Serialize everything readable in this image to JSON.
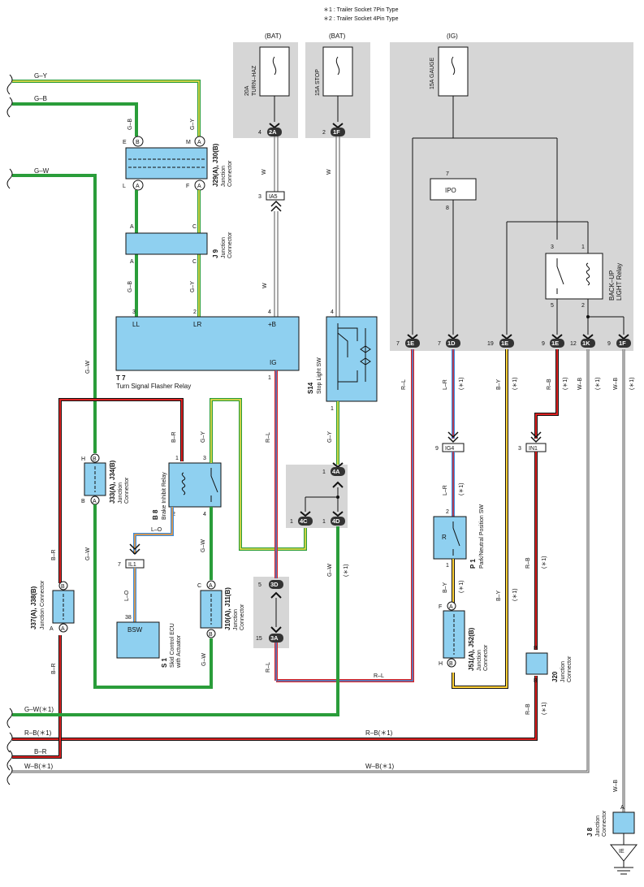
{
  "notes": [
    "＊1 : Trailer Socket 7Pin Type",
    "＊2 : Trailer Socket 4Pin Type"
  ],
  "sources": {
    "bat1": "(BAT)",
    "bat2": "(BAT)",
    "ig": "(IG)"
  },
  "fuses": {
    "turn_haz_amp": "20A",
    "turn_haz_name": "TURN–HAZ",
    "stop_name": "15A STOP",
    "gauge_name": "15A GAUGE"
  },
  "pins": {
    "p2A_num": "4",
    "p2A": "2A",
    "p1F_num": "2",
    "p1F": "1F",
    "ia5_num": "3",
    "ia5": "IA5",
    "ipo": "IPO",
    "ipo_in": "7",
    "ipo_out": "8",
    "relay_in": "3",
    "relay_in2": "1",
    "relay_out": "5",
    "relay_out2": "2",
    "c7_num": "7",
    "c7": "1E",
    "c1D_num": "7",
    "c1D": "1D",
    "c19_num": "19",
    "c19": "1E",
    "c9_num": "9",
    "c9": "1E",
    "c12_num": "12",
    "c12": "1K",
    "c9b_num": "9",
    "c9b": "1F",
    "ig4_num": "9",
    "ig4": "IG4",
    "in1_num": "3",
    "in1": "IN1",
    "p4A_num": "1",
    "p4A": "4A",
    "p4C_num": "1",
    "p4C": "4C",
    "p4D_num": "1",
    "p4D": "4D",
    "p3D_num": "5",
    "p3D": "3D",
    "p3A_num": "15",
    "p3A": "3A",
    "il1_num": "7",
    "il1": "IL1",
    "bsw": "BSW",
    "bsw_num": "38",
    "t7_ll": "LL",
    "t7_lr": "LR",
    "t7_b": "+B",
    "t7_ig": "IG",
    "t7_3": "3",
    "t7_2": "2",
    "t7_4": "4",
    "t7_1": "1",
    "s14_4": "4",
    "s14_1": "1",
    "b8_1": "1",
    "b8_3": "3",
    "b8_2": "2",
    "b8_4": "4",
    "p1_2": "2",
    "p1_1": "1",
    "p1_r": "R",
    "j29_e": "E",
    "j29_b": "B",
    "j29_m": "M",
    "j29_l": "L",
    "j29_a": "A",
    "j29_f": "F",
    "j9_a": "A",
    "j9_c": "C",
    "j9_a2": "A",
    "j9_c2": "C",
    "j33_h": "H",
    "j33_b": "B",
    "j33_b2": "B",
    "j33_a": "A",
    "j37_a": "A",
    "j37_b": "B",
    "j37_a2": "A",
    "j10_c": "C",
    "j10_a": "A",
    "j10_b": "B",
    "j51_f": "F",
    "j51_a": "A",
    "j51_h": "H",
    "j51_b": "B",
    "j20_b": "B",
    "j20_b2": "B",
    "j8_a": "A",
    "ie": "IE"
  },
  "components": {
    "j29": "J29(A), J30(B)",
    "j29_sub1": "Junction",
    "j29_sub2": "Connector",
    "j9": "J 9",
    "j9_sub1": "Junction",
    "j9_sub2": "Connector",
    "t7": "T 7",
    "t7_sub": "Turn Signal Flasher Relay",
    "s14": "S14",
    "s14_sub": "Stop Light SW",
    "backup": "BACK–UP",
    "backup2": "LIGHT Relay",
    "b8": "B 8",
    "b8_sub": "Brake Inhibit Relay",
    "s1": "S 1",
    "s1_sub1": "Skid Control ECU",
    "s1_sub2": "with Actuator",
    "j33": "J33(A), J34(B)",
    "j33_sub1": "Junction",
    "j33_sub2": "Connector",
    "j37": "J37(A), J38(B)",
    "j37_sub": "Junction Connector",
    "j10": "J10(A), J11(B)",
    "j10_sub1": "Junction",
    "j10_sub2": "Connector",
    "p1": "P 1",
    "p1_sub": "Park/Neutral Position SW",
    "j51": "J51(A), J52(B)",
    "j51_sub1": "Junction",
    "j51_sub2": "Connector",
    "j20": "J20",
    "j20_sub1": "Junction",
    "j20_sub2": "Connector",
    "j8": "J 8",
    "j8_sub1": "Junction",
    "j8_sub2": "Connector"
  },
  "wires": {
    "gy_top": "G–Y",
    "gb_top": "G–B",
    "gw_top": "G–W",
    "gb_v1": "G–B",
    "gy_v1": "G–Y",
    "w_v1": "W",
    "w_v2": "W",
    "gb_v2": "G–B",
    "gy_v2": "G–Y",
    "w_v3": "W",
    "gw_v": "G–W",
    "rl_v": "R–L",
    "br_v": "B–R",
    "gy_v3": "G–Y",
    "lo_v": "L–O",
    "lo_v2": "L–O",
    "gw_v2": "G–W",
    "gw_v3": "G–W",
    "gy_v4": "G–Y",
    "gw_v4": "G–W",
    "s1note1": "(＊1)",
    "br_v2": "B–R",
    "br_v3": "B–R",
    "gw_v5": "G–W",
    "rl_v2": "R–L",
    "rl_h": "R–L",
    "rl_right": "R–L",
    "lr_right": "L–R",
    "lr_note": "(＊1)",
    "by_right": "B–Y",
    "by_note": "(＊1)",
    "rb_right": "R–B",
    "rb_note": "(＊1)",
    "wb_right": "W–B",
    "wb_note": "(＊1)",
    "wb_right2": "W–B",
    "wb_note2": "(＊1)",
    "lr2": "L–R",
    "lr2_note": "(＊1)",
    "by2": "B–Y",
    "by2_note": "(＊1)",
    "by3": "B–Y",
    "by3_note": "(＊1)",
    "rb2": "R–B",
    "rb2_note": "(＊1)",
    "rb3": "R–B",
    "rb3_note": "(＊1)",
    "wb3": "W–B",
    "gw_bot": "G–W(＊1)",
    "rb_bot": "R–B(＊1)",
    "rb_bot2": "R–B(＊1)",
    "br_bot": "B–R",
    "wb_bot": "W–B(＊1)",
    "wb_bot2": "W–B(＊1)"
  }
}
